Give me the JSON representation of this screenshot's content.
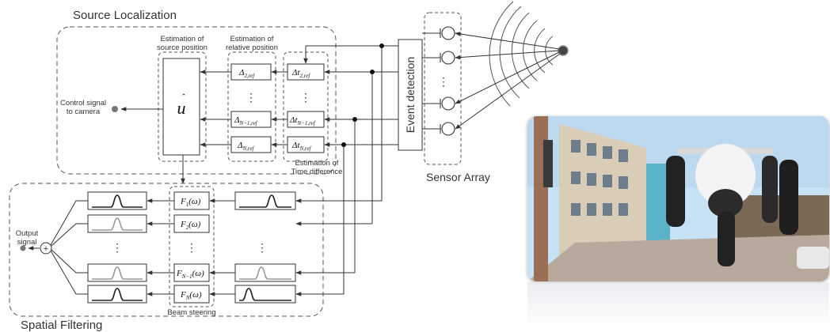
{
  "titles": {
    "source_localization": "Source Localization",
    "spatial_filtering": "Spatial Filtering",
    "sensor_array": "Sensor Array"
  },
  "labels": {
    "estimation_source_1": "Estimation of",
    "estimation_source_2": "source position",
    "estimation_relative_1": "Estimation of",
    "estimation_relative_2": "relative position",
    "estimation_time_1": "Estimation of",
    "estimation_time_2": "Time difference",
    "control_signal_1": "Control signal",
    "control_signal_2": "to camera",
    "output_1": "Output",
    "output_2": "signal",
    "beam_steering": "Beam steering",
    "event_detection": "Event detection"
  },
  "math": {
    "u_hat": "u",
    "delta_2": "Δ",
    "delta_2_sub": "2,ref",
    "delta_n1": "Δ",
    "delta_n1_sub": "N−1,ref",
    "delta_n": "Δ",
    "delta_n_sub": "N,ref",
    "dt_2": "Δt",
    "dt_2_sub": "2,ref",
    "dt_n1": "Δt",
    "dt_n1_sub": "N−1,ref",
    "dt_n": "Δt",
    "dt_n_sub": "N,ref",
    "f1": "F",
    "f1_sub": "1",
    "f1_arg": "(ω)",
    "f2": "F",
    "f2_sub": "2",
    "f2_arg": "(ω)",
    "fn1": "F",
    "fn1_sub": "N−1",
    "fn1_arg": "(ω)",
    "fn": "F",
    "fn_sub": "N",
    "fn_arg": "(ω)",
    "plus": "+"
  },
  "dots": {
    "vertical": "⋮"
  },
  "colors": {
    "line": "#333333",
    "dashed": "#555555",
    "gray_pulse": "#9a9a9a",
    "sky": "#b9d8f0"
  }
}
